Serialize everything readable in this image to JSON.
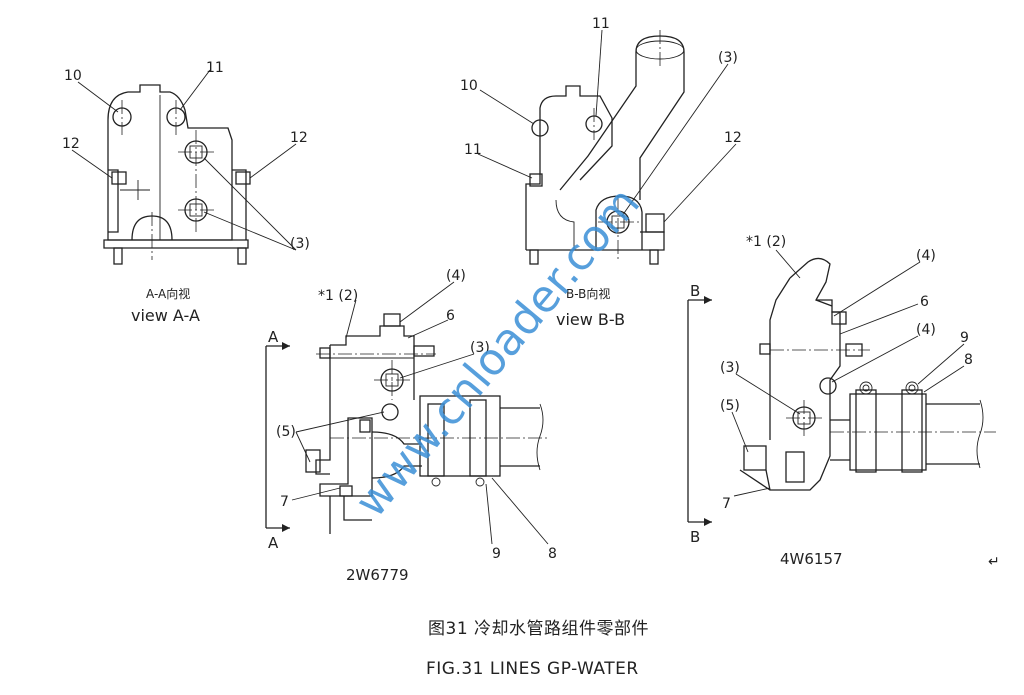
{
  "view_a": {
    "cn": "A-A向视",
    "en": "view A-A"
  },
  "view_b": {
    "cn": "B-B向视",
    "en": "view B-B"
  },
  "callouts_view_a": [
    "10",
    "11",
    "12",
    "12",
    "(3)"
  ],
  "callouts_view_b": [
    "10",
    "11",
    "11",
    "(3)",
    "12"
  ],
  "callouts_2w": [
    "*1 (2)",
    "(4)",
    "6",
    "(3)",
    "(5)",
    "7",
    "9",
    "8"
  ],
  "callouts_4w": [
    "*1 (2)",
    "(4)",
    "6",
    "(4)",
    "(3)",
    "(5)",
    "9",
    "8",
    "7"
  ],
  "section_marks_2w": {
    "top": "A",
    "bottom": "A"
  },
  "section_marks_4w": {
    "top": "B",
    "bottom": "B"
  },
  "part_numbers": {
    "left": "2W6779",
    "right": "4W6157"
  },
  "caption": {
    "cn": "图31 冷却水管路组件零部件",
    "en": "FIG.31 LINES GP-WATER"
  },
  "watermark": "www.cnloader.com",
  "return_mark": "↵"
}
